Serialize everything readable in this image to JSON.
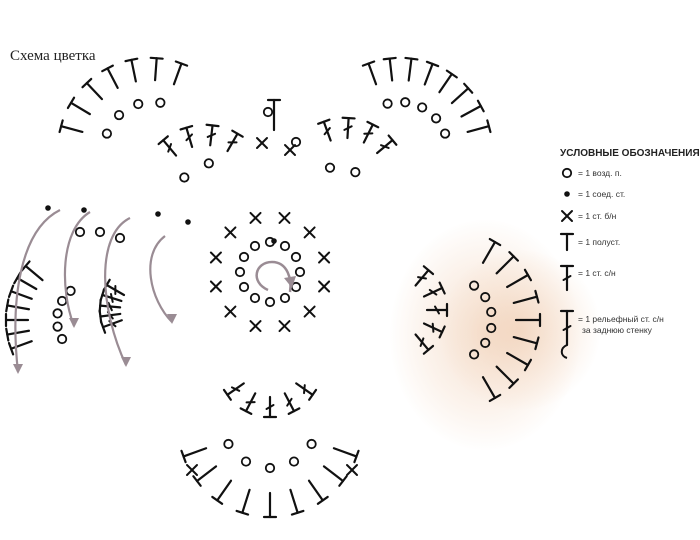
{
  "title": "Схема цветка",
  "legend": {
    "heading": "УСЛОВНЫЕ ОБОЗНАЧЕНИЯ",
    "items": [
      {
        "symbol": "chain",
        "label": "= 1 возд. п."
      },
      {
        "symbol": "slip-stitch",
        "label": "= 1 соед. ст."
      },
      {
        "symbol": "single-crochet",
        "label": "= 1 ст. б/н"
      },
      {
        "symbol": "half-double-crochet",
        "label": "= 1 полуст."
      },
      {
        "symbol": "double-crochet",
        "label": "= 1 ст. с/н"
      },
      {
        "symbol": "back-post-double-crochet",
        "label": "= 1 рельефный ст. с/н",
        "label2": "за заднюю стенку"
      }
    ]
  },
  "colors": {
    "ink": "#111111",
    "arrow": "#9a8c94",
    "stain": "#f0cdb3"
  }
}
